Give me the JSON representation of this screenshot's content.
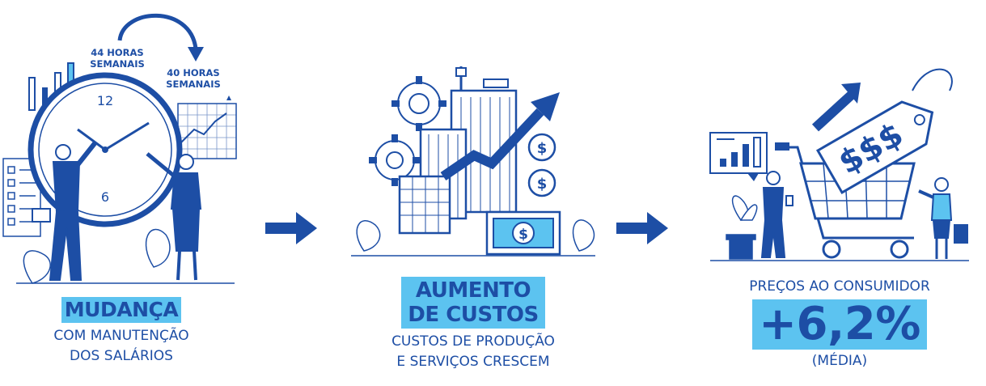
{
  "colors": {
    "primary": "#1d4ea5",
    "highlight": "#5cc3f0",
    "background": "#ffffff"
  },
  "step1": {
    "hours_before": [
      "44 HORAS",
      "SEMANAIS"
    ],
    "hours_after": [
      "40 HORAS",
      "SEMANAIS"
    ],
    "title": "MUDANÇA",
    "subtitle": [
      "COM MANUTENÇÃO",
      "DOS SALÁRIOS"
    ],
    "clock_numbers": [
      "12",
      "6"
    ]
  },
  "step2": {
    "title": [
      "AUMENTO",
      "DE CUSTOS"
    ],
    "subtitle": [
      "CUSTOS DE PRODUÇÃO",
      "E SERVIÇOS CRESCEM"
    ],
    "currency_symbol": "$"
  },
  "step3": {
    "caption": "PREÇOS AO CONSUMIDOR",
    "value": "+6,2%",
    "note": "(MÉDIA)",
    "tag_text": "$$$"
  },
  "icons": [
    "clock-icon",
    "arrow-right-icon",
    "factory-icon",
    "growth-arrow-icon",
    "shopping-cart-icon",
    "price-tag-icon"
  ]
}
